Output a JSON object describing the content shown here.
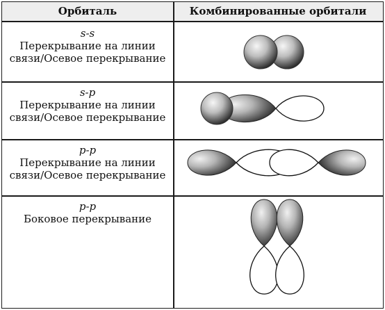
{
  "header": {
    "col1": "Орбиталь",
    "col2": "Комбинированные орбитали"
  },
  "rows": [
    {
      "type": "s-s",
      "desc_line1": "Перекрывание на линии",
      "desc_line2": "связи/Осевое перекрывание"
    },
    {
      "type": "s-p",
      "desc_line1": "Перекрывание на линии",
      "desc_line2": "связи/Осевое перекрывание"
    },
    {
      "type": "p-p",
      "desc_line1": "Перекрывание на линии",
      "desc_line2": "связи/Осевое перекрывание"
    },
    {
      "type": "p-p",
      "desc_line1": "Боковое перекрывание",
      "desc_line2": ""
    }
  ],
  "colors": {
    "lobe_dark": "#2a2a2a",
    "lobe_light": "#f4f4f4",
    "outline": "#111111",
    "header_bg": "#eeeeee"
  }
}
